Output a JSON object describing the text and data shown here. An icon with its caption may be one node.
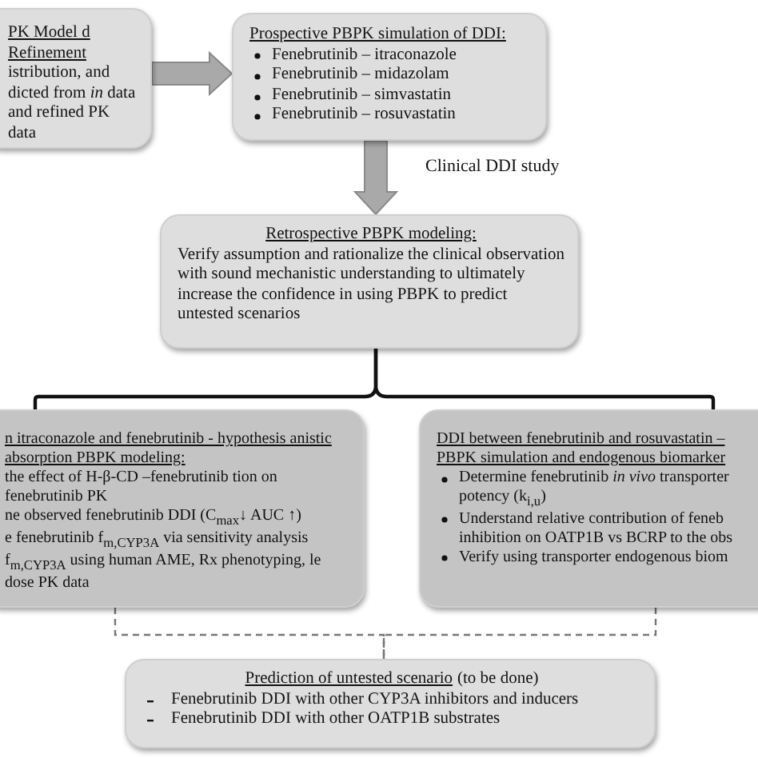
{
  "diagram": {
    "nodes": [
      {
        "text": [
          "PK Model d Refinement",
          "istribution, and dicted from *in* data and refined PK data"
        ]
      },
      {
        "text": [
          "Prospective PBPK simulation of DDI:",
          "Fenebrutinib – itraconazole",
          "Fenebrutinib – midazolam",
          "Fenebrutinib – simvastatin",
          "Fenebrutinib – rosuvastatin"
        ]
      },
      {
        "text": [
          "Retrospective PBPK modeling:",
          "Verify assumption and rationalize the clinical observation with sound mechanistic understanding to ultimately increase the confidence in using PBPK to predict untested scenarios"
        ]
      },
      {
        "text": [
          "n itraconazole and fenebrutinib - hypothesis anistic absorption PBPK modeling:",
          "the effect of H-β-CD –fenebrutinib tion on fenebrutinib PK",
          "ne observed fenebrutinib DDI (C$_{max}$↓ AUC ↑)",
          "e fenebrutinib f$_{m,CYP3A}$ via sensitivity analysis",
          "f$_{m,CYP3A}$ using human AME, Rx phenotyping, le dose PK data"
        ]
      },
      {
        "text": [
          "DDI between fenebrutinib and rosuvastatin – PBPK simulation and endogenous biomarker",
          "Determine fenebrutinib *in vivo* transporter potency (k$_{i,u}$)",
          "Understand relative contribution of feneb inhibition on OATP1B vs BCRP to the obs",
          "Verify using transporter endogenous biom"
        ]
      },
      {
        "text": [
          "Prediction of untested scenario",
          "(to be done)",
          "Fenebrutinib DDI with other CYP3A inhibitors and inducers",
          "Fenebrutinib DDI with other OATP1B substrates"
        ]
      }
    ],
    "edges": [
      {
        "from": 0,
        "to": 1,
        "arrow": "to"
      },
      {
        "from": 1,
        "to": 2,
        "arrow": "to",
        "label": "Clinical DDI study"
      },
      {
        "from": 2,
        "to": 3,
        "arrow": "none"
      },
      {
        "from": 2,
        "to": 4,
        "arrow": "none"
      },
      {
        "from": 3,
        "to": 5,
        "arrow": "none",
        "style": "dashed",
        "color": "#777777"
      },
      {
        "from": 4,
        "to": 5,
        "arrow": "none",
        "style": "dashed",
        "color": "#777777"
      }
    ]
  }
}
